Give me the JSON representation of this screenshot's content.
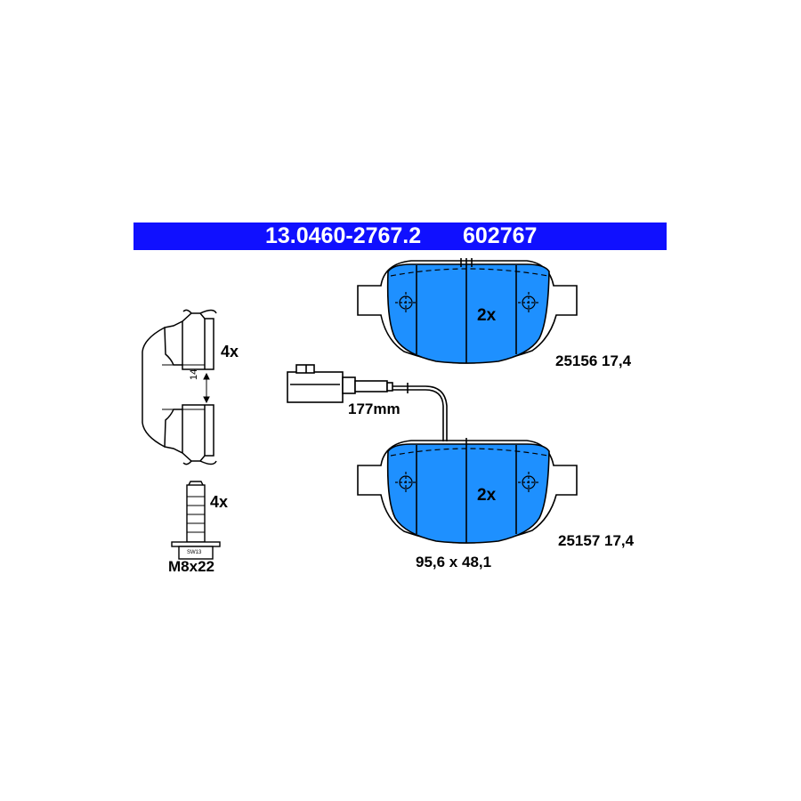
{
  "header": {
    "part_number": "13.0460-2767.2",
    "ref_number": "602767",
    "background": "#1010ff",
    "text_color": "#ffffff"
  },
  "pads": {
    "fill_color": "#1e90ff",
    "top": {
      "qty": "2x",
      "code": "25156 17,4"
    },
    "bottom": {
      "qty": "2x",
      "code": "25157 17,4"
    }
  },
  "sensor": {
    "length": "177mm"
  },
  "clips": {
    "qty": "4x",
    "gap": "14"
  },
  "bolt": {
    "qty": "4x",
    "size": "M8x22",
    "head": "SW13"
  },
  "dimensions": "95,6 x 48,1"
}
